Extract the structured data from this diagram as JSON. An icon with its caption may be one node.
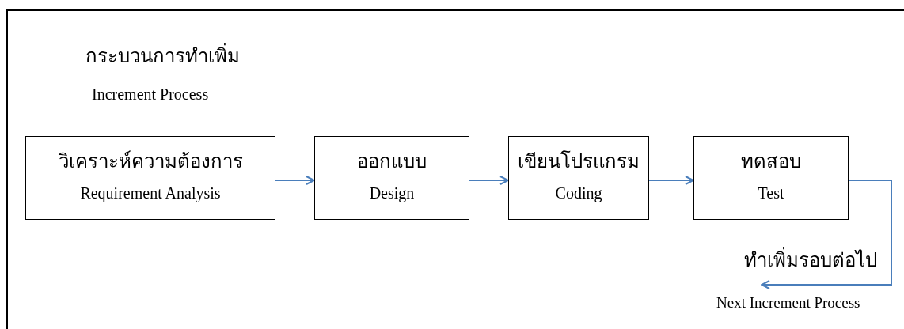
{
  "diagram": {
    "nodes": [
      {
        "text": [
          "กระบวนการทำเพิ่ม",
          "Increment Process"
        ]
      },
      {
        "text": [
          "วิเคราะห์ความต้องการ",
          "Requirement Analysis"
        ],
        "in": 0
      },
      {
        "text": [
          "ออกแบบ",
          "Design"
        ],
        "in": 0
      },
      {
        "text": [
          "เขียนโปรแกรม",
          "Coding"
        ],
        "in": 0
      },
      {
        "text": [
          "ทดสอบ",
          "Test"
        ],
        "in": 0
      },
      {
        "text": [
          "Next Increment Process"
        ],
        "in": 0
      }
    ],
    "edges": [
      {
        "from": 1,
        "to": 2,
        "arrow": "to"
      },
      {
        "from": 2,
        "to": 3,
        "arrow": "to"
      },
      {
        "from": 3,
        "to": 4,
        "arrow": "to"
      },
      {
        "from": 4,
        "to": 5,
        "arrow": "to",
        "label": "ทำเพิ่มรอบต่อไป"
      }
    ]
  }
}
